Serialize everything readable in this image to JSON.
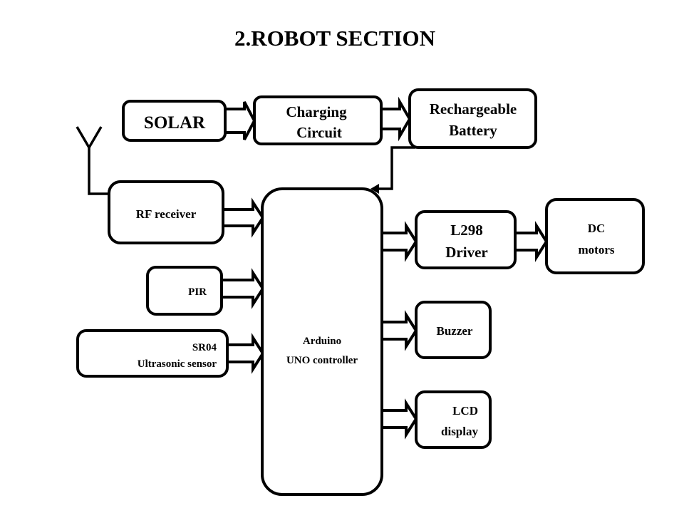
{
  "title": "2.ROBOT SECTION",
  "blocks": {
    "solar": {
      "lines": [
        "SOLAR"
      ]
    },
    "charging": {
      "lines": [
        "Charging",
        "Circuit"
      ]
    },
    "battery": {
      "lines": [
        "Rechargeable",
        "Battery"
      ]
    },
    "rf": {
      "lines": [
        "RF receiver"
      ]
    },
    "pir": {
      "lines": [
        "PIR"
      ]
    },
    "sr04": {
      "lines": [
        "SR04",
        "Ultrasonic sensor"
      ]
    },
    "arduino": {
      "lines": [
        "Arduino",
        "UNO controller"
      ]
    },
    "l298": {
      "lines": [
        "L298",
        "Driver"
      ]
    },
    "dc": {
      "lines": [
        "DC",
        "motors"
      ]
    },
    "buzzer": {
      "lines": [
        "Buzzer"
      ]
    },
    "lcd": {
      "lines": [
        "LCD",
        "display"
      ]
    }
  },
  "connections": [
    {
      "from": "solar",
      "to": "charging"
    },
    {
      "from": "charging",
      "to": "battery"
    },
    {
      "from": "battery",
      "to": "arduino"
    },
    {
      "from": "antenna",
      "to": "rf"
    },
    {
      "from": "rf",
      "to": "arduino"
    },
    {
      "from": "pir",
      "to": "arduino"
    },
    {
      "from": "sr04",
      "to": "arduino"
    },
    {
      "from": "arduino",
      "to": "l298"
    },
    {
      "from": "l298",
      "to": "dc"
    },
    {
      "from": "arduino",
      "to": "buzzer"
    },
    {
      "from": "arduino",
      "to": "lcd"
    }
  ]
}
